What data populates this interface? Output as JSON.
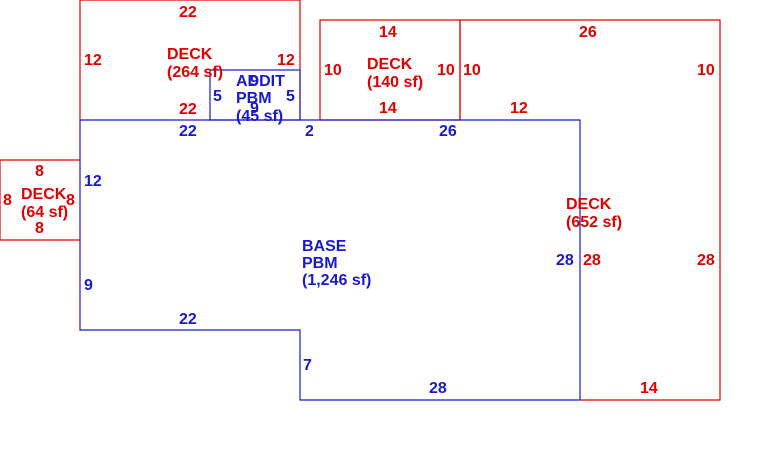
{
  "colors": {
    "deck": "#e00000",
    "base": "#1a1acc"
  },
  "areas": {
    "deck_top_left": {
      "name": "DECK",
      "area": "(264 sf)"
    },
    "addition": {
      "name_line1": "ADDIT",
      "name_line2": "PBM",
      "area": "(45 sf)"
    },
    "deck_top_mid": {
      "name": "DECK",
      "area": "(140 sf)"
    },
    "deck_left": {
      "name": "DECK",
      "area": "(64 sf)"
    },
    "deck_right": {
      "name": "DECK",
      "area": "(652 sf)"
    },
    "base": {
      "name_line1": "BASE",
      "name_line2": "PBM",
      "area": "(1,246 sf)"
    }
  },
  "dimensions": {
    "deck_tl_top": "22",
    "deck_tl_left": "12",
    "deck_tl_right": "12",
    "deck_tl_bottom": "22",
    "addit_left": "5",
    "addit_right": "5",
    "addit_top": "9",
    "addit_bottom": "9",
    "deck_tm_top": "14",
    "deck_tm_left": "10",
    "deck_tm_right": "10",
    "deck_tm_bottom": "14",
    "deck_r_top": "26",
    "deck_r_left": "10",
    "deck_r_right": "10",
    "deck_r_mid": "12",
    "deck_r_side_left": "28",
    "deck_r_side_right": "28",
    "deck_r_bottom": "14",
    "deck_l_top": "8",
    "deck_l_left": "8",
    "deck_l_right": "8",
    "deck_l_bottom": "8",
    "base_top_left": "22",
    "base_top_gap": "2",
    "base_top_right": "26",
    "base_left_upper": "12",
    "base_left_lower": "9",
    "base_bottom_left": "22",
    "base_step": "7",
    "base_bottom_right": "28",
    "base_right": "28"
  }
}
